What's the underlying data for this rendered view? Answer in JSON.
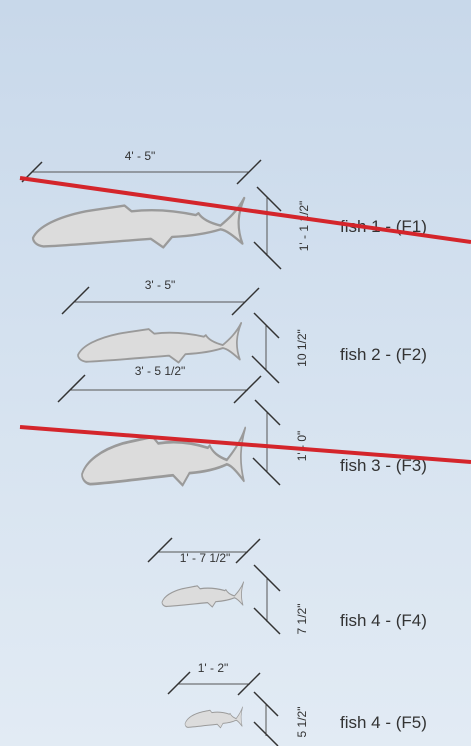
{
  "fish": [
    {
      "label": "fish 1 - (F1)",
      "length": "4' - 5\"",
      "height": "1' - 1 1/2\"",
      "crossed_out": true
    },
    {
      "label": "fish 2 - (F2)",
      "length": "3' - 5\"",
      "height": "10 1/2\"",
      "crossed_out": false
    },
    {
      "label": "fish 3 - (F3)",
      "length": "3' - 5 1/2\"",
      "height": "1' - 0\"",
      "crossed_out": true
    },
    {
      "label": "fish 4 - (F4)",
      "length": "1' - 7 1/2\"",
      "height": "7 1/2\"",
      "crossed_out": false
    },
    {
      "label": "fish 4 - (F5)",
      "length": "1' - 2\"",
      "height": "5 1/2\"",
      "crossed_out": false
    }
  ],
  "colors": {
    "background_top": "#c8d8ea",
    "background_bottom": "#e2ebf4",
    "strike_line": "#d4252b",
    "fish_fill": "#dcdcdc",
    "fish_outline": "#9a9a9a"
  }
}
